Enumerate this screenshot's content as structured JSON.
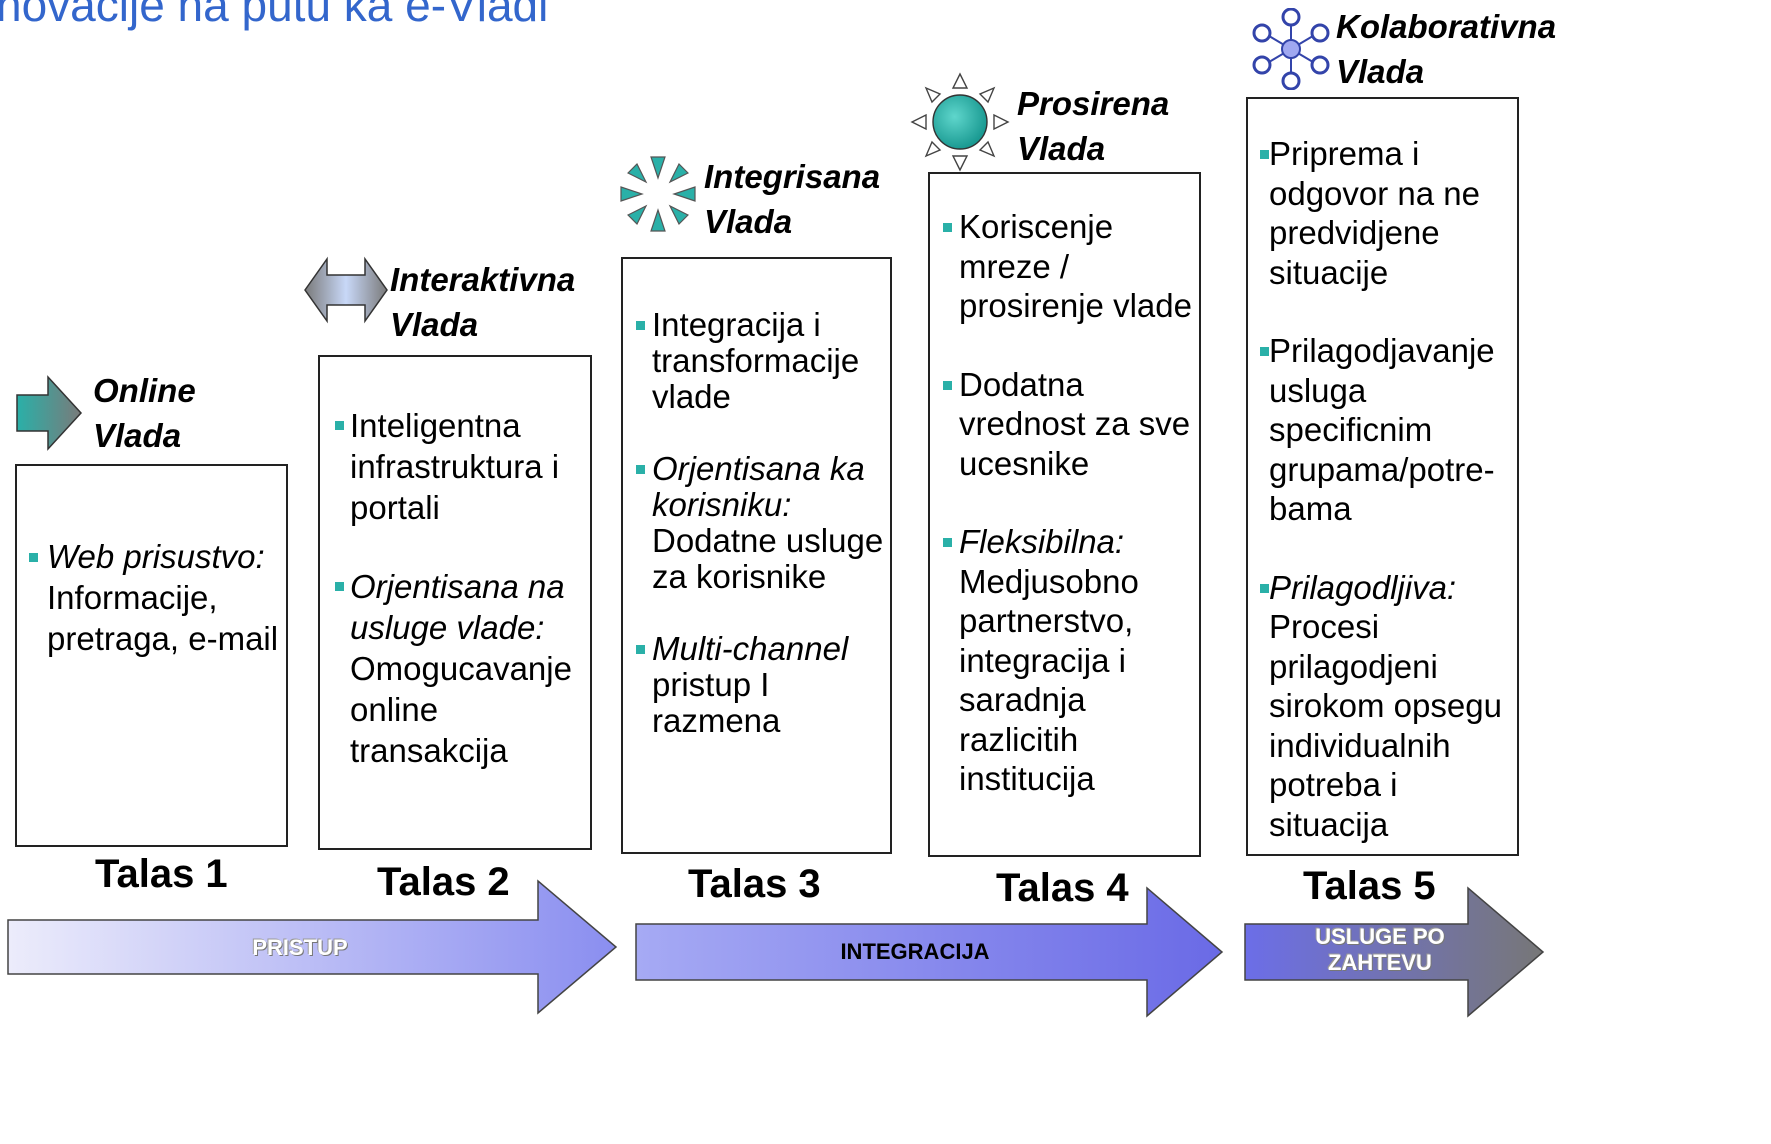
{
  "title": "novacije na putu ka e-Vladi",
  "stages": [
    {
      "name_line1": "Online",
      "name_line2": "Vlada",
      "icon": "right-arrow-icon",
      "bullets": [
        {
          "lead": "Web prisustvo:",
          "text": "Informacije, pretraga, e-mail"
        }
      ],
      "wave": "Talas 1"
    },
    {
      "name_line1": "Interaktivna",
      "name_line2": "Vlada",
      "icon": "double-arrow-icon",
      "bullets": [
        {
          "lead": "",
          "text": "Inteligentna infrastruktura i portali"
        },
        {
          "lead": "Orjentisana na usluge vlade:",
          "text": "Omogucavanje online transakcija"
        }
      ],
      "wave": "Talas 2"
    },
    {
      "name_line1": "Integrisana",
      "name_line2": "Vlada",
      "icon": "converging-triangles-icon",
      "bullets": [
        {
          "lead": "",
          "text": "Integracija i transformacije vlade"
        },
        {
          "lead": "Orjentisana ka korisniku:",
          "text": "Dodatne usluge za korisnike"
        },
        {
          "lead": "Multi-channel",
          "text": "pristup I razmena"
        }
      ],
      "wave": "Talas 3"
    },
    {
      "name_line1": "Prosirena",
      "name_line2": "Vlada",
      "icon": "sun-icon",
      "bullets": [
        {
          "lead": "",
          "text": "Koriscenje mreze / prosirenje vlade"
        },
        {
          "lead": "",
          "text": "Dodatna vrednost za sve ucesnike"
        },
        {
          "lead": "Fleksibilna:",
          "text": "Medjusobno partnerstvo, integracija i saradnja razlicitih institucija"
        }
      ],
      "wave": "Talas 4"
    },
    {
      "name_line1": "Kolaborativna",
      "name_line2": "Vlada",
      "icon": "network-hub-icon",
      "bullets": [
        {
          "lead": "",
          "text": "Priprema i odgovor na ne predvidjene situacije"
        },
        {
          "lead": "",
          "text": "Prilagodjavanje usluga specificnim grupama/potre-bama"
        },
        {
          "lead": "Prilagodljiva:",
          "text": "Procesi prilagodjeni sirokom opsegu individualnih potreba i situacija"
        }
      ],
      "wave": "Talas 5"
    }
  ],
  "arrows": [
    {
      "label": "PRISTUP"
    },
    {
      "label": "INTEGRACIJA"
    },
    {
      "label_line1": "USLUGE PO",
      "label_line2": "ZAHTEVU"
    }
  ],
  "colors": {
    "title": "#3366cc",
    "bullet": "#2ab0a8",
    "icon_teal": "#2ab0a8",
    "arrow_light": "#e8e8fa",
    "arrow_mid": "#8a8ef0",
    "arrow_dark": "#6a6ae6",
    "arrow_gray": "#777777"
  }
}
